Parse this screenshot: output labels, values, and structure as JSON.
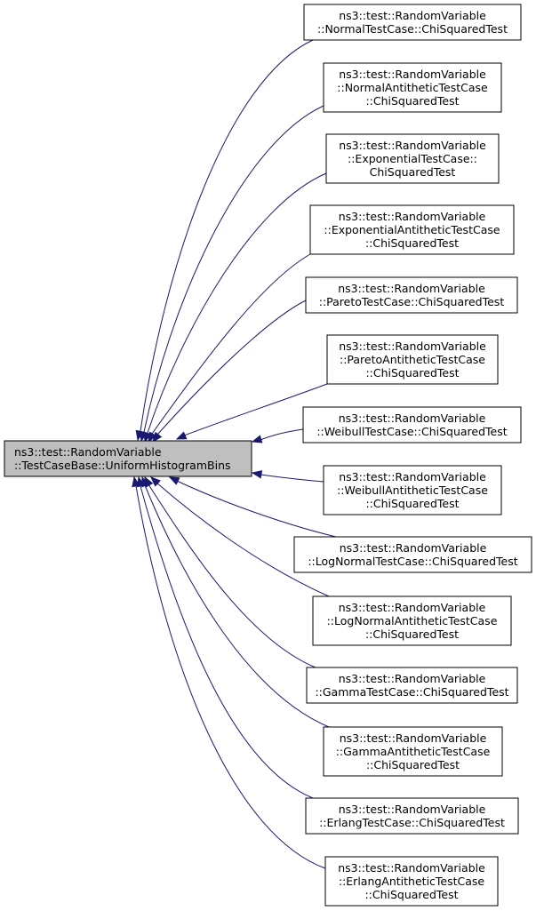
{
  "root": {
    "lines": [
      "ns3::test::RandomVariable",
      "::TestCaseBase::UniformHistogramBins"
    ]
  },
  "callers": [
    {
      "lines": [
        "ns3::test::RandomVariable",
        "::NormalTestCase::ChiSquaredTest"
      ]
    },
    {
      "lines": [
        "ns3::test::RandomVariable",
        "::NormalAntitheticTestCase",
        "::ChiSquaredTest"
      ]
    },
    {
      "lines": [
        "ns3::test::RandomVariable",
        "::ExponentialTestCase::",
        "ChiSquaredTest"
      ]
    },
    {
      "lines": [
        "ns3::test::RandomVariable",
        "::ExponentialAntitheticTestCase",
        "::ChiSquaredTest"
      ]
    },
    {
      "lines": [
        "ns3::test::RandomVariable",
        "::ParetoTestCase::ChiSquaredTest"
      ]
    },
    {
      "lines": [
        "ns3::test::RandomVariable",
        "::ParetoAntitheticTestCase",
        "::ChiSquaredTest"
      ]
    },
    {
      "lines": [
        "ns3::test::RandomVariable",
        "::WeibullTestCase::ChiSquaredTest"
      ]
    },
    {
      "lines": [
        "ns3::test::RandomVariable",
        "::WeibullAntitheticTestCase",
        "::ChiSquaredTest"
      ]
    },
    {
      "lines": [
        "ns3::test::RandomVariable",
        "::LogNormalTestCase::ChiSquaredTest"
      ]
    },
    {
      "lines": [
        "ns3::test::RandomVariable",
        "::LogNormalAntitheticTestCase",
        "::ChiSquaredTest"
      ]
    },
    {
      "lines": [
        "ns3::test::RandomVariable",
        "::GammaTestCase::ChiSquaredTest"
      ]
    },
    {
      "lines": [
        "ns3::test::RandomVariable",
        "::GammaAntitheticTestCase",
        "::ChiSquaredTest"
      ]
    },
    {
      "lines": [
        "ns3::test::RandomVariable",
        "::ErlangTestCase::ChiSquaredTest"
      ]
    },
    {
      "lines": [
        "ns3::test::RandomVariable",
        "::ErlangAntitheticTestCase",
        "::ChiSquaredTest"
      ]
    }
  ],
  "colors": {
    "edge": "#191970",
    "root_fill": "#bfbfbf",
    "node_fill": "#ffffff",
    "node_border": "#000000"
  }
}
